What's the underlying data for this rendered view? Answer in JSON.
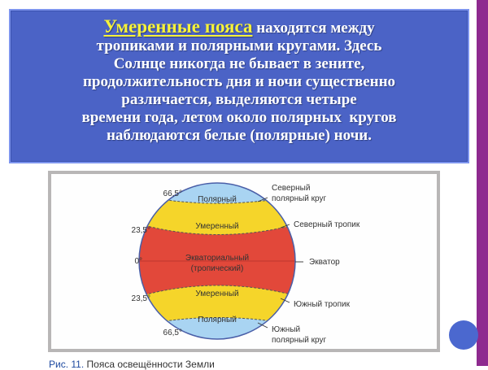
{
  "textbox": {
    "highlight": "Умеренные пояса",
    "lines": [
      " находятся между",
      "тропиками и полярными кругами. Здесь",
      "Солнце никогда не бывает в зените,",
      "продолжительность дня и ночи существенно",
      "различается, выделяются четыре",
      "времени года, летом около полярных  кругов",
      "наблюдаются белые (полярные) ночи."
    ]
  },
  "figure": {
    "zones": {
      "north_polar": "Полярный",
      "north_temperate": "Умеренный",
      "equatorial_1": "Экваториальный",
      "equatorial_2": "(тропический)",
      "south_temperate": "Умеренный",
      "south_polar": "Полярный"
    },
    "latitudes": {
      "north_66": "66,5°",
      "north_23": "23,5°",
      "equator": "0°",
      "south_23": "23,5°",
      "south_66": "66,5°"
    },
    "labels": {
      "north_circle_1": "Северный",
      "north_circle_2": "полярный круг",
      "north_tropic": "Северный тропик",
      "equator": "Экватор",
      "south_tropic": "Южный тропик",
      "south_circle_1": "Южный",
      "south_circle_2": "полярный круг"
    },
    "colors": {
      "polar": "#a9d4f2",
      "temperate": "#f5d52a",
      "equatorial": "#e2483a"
    }
  },
  "caption": {
    "number": "Рис. 11.",
    "text": "Пояса освещённости Земли"
  },
  "decor": {
    "purple_bar": "#8e2a8f",
    "blue_dot": "#4b68cf",
    "textbox_bg": "#4b63c6"
  }
}
